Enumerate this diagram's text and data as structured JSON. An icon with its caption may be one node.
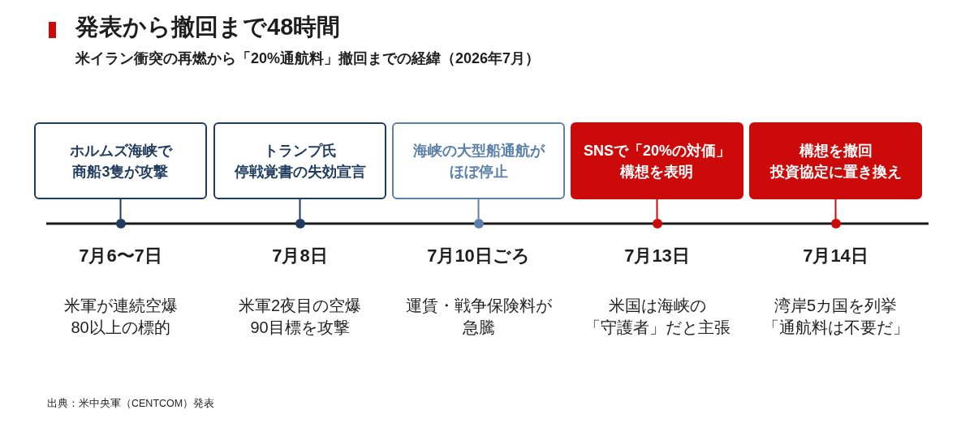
{
  "diagram": {
    "title": "発表から撤回まで48時間",
    "nodes": [
      {
        "text": [
          "ホルムズ海峡で商船3隻が攻撃"
        ]
      },
      {
        "text": [
          "トランプ氏停戦覚書の失効宣言"
        ]
      },
      {
        "text": [
          "海峡の大型船通航がほぼ停止"
        ]
      },
      {
        "text": [
          "SNSで「20%の対価」構想を表明"
        ]
      },
      {
        "text": [
          "構想を撤回投資協定に置き換え"
        ]
      },
      {
        "text": [],
        "shape": "circle",
        "beside": [
          "7月6〜7日",
          "米軍が連続空爆80以上の標的"
        ]
      },
      {
        "text": [],
        "shape": "circle",
        "beside": [
          "7月8日",
          "米軍2夜目の空爆90目標を攻撃"
        ]
      },
      {
        "text": [],
        "shape": "circle",
        "beside": [
          "7月10日ごろ",
          "運賃・戦争保険料が急騰"
        ]
      },
      {
        "text": [],
        "shape": "circle",
        "beside": [
          "7月13日",
          "米国は海峡の「守護者」だと主張"
        ]
      },
      {
        "text": [],
        "shape": "circle",
        "beside": [
          "7月14日",
          "湾岸5カ国を列挙「通航料は不要だ」"
        ]
      }
    ],
    "edges": [
      {
        "from": 0,
        "to": 5,
        "arrow": "none",
        "color": "#1f3b5e"
      },
      {
        "from": 1,
        "to": 6,
        "arrow": "none",
        "color": "#1f3b5e"
      },
      {
        "from": 2,
        "to": 7,
        "arrow": "none",
        "color": "#5b80aa"
      },
      {
        "from": 3,
        "to": 8,
        "arrow": "none",
        "color": "#cc0a0a"
      },
      {
        "from": 4,
        "to": 9,
        "arrow": "none",
        "color": "#cc0a0a"
      }
    ],
    "labels": [
      "米イラン衝突の再燃から「20%通航料」撤回までの経緯（2026年7月）"
    ],
    "caption": "出典：米中央軍（CENTCOM）発表"
  }
}
